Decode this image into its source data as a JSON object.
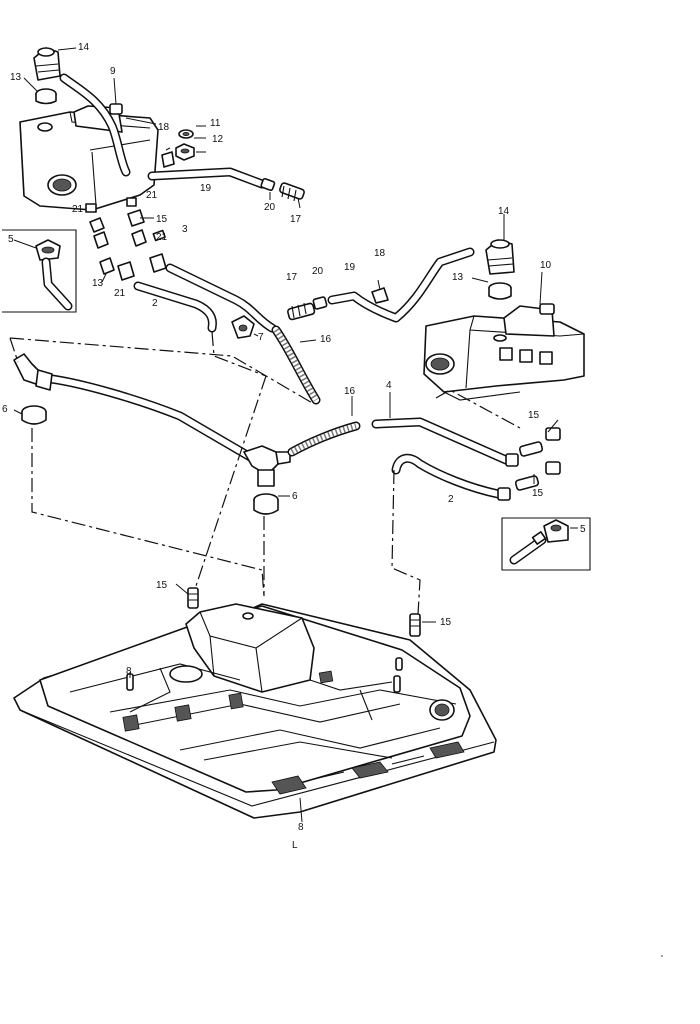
{
  "callouts": {
    "c14_top": "14",
    "c13_top": "13",
    "c9": "9",
    "c18_top": "18",
    "c11": "11",
    "c12": "12",
    "c19_top": "19",
    "c21_a": "21",
    "c21_b": "21",
    "c21_c": "21",
    "c21_d": "21",
    "c20_top": "20",
    "c17_top": "17",
    "c15_top": "15",
    "c3": "3",
    "c5_left": "5",
    "c13_mid": "13",
    "c2_left": "2",
    "c7": "7",
    "c16_upper": "16",
    "c6_left": "6",
    "c14_right": "14",
    "c18_right": "18",
    "c10": "10",
    "c17_mid": "17",
    "c20_mid": "20",
    "c19_mid": "19",
    "c13_right": "13",
    "c16_lower": "16",
    "c4": "4",
    "c15_right": "15",
    "c15_right2": "15",
    "c2_right": "2",
    "c6_mid": "6",
    "c5_right": "5",
    "c15_mid_left": "15",
    "c15_mid_right": "15",
    "c8_left": "8",
    "c8_bottom": "8",
    "cL": "L"
  }
}
